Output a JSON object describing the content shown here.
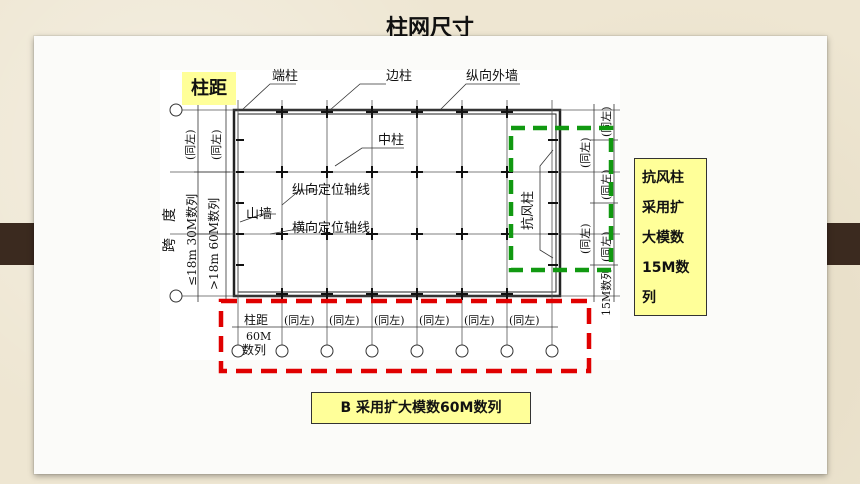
{
  "title": "柱网尺寸",
  "label_column_spacing": "柱距",
  "drawing": {
    "duan_zhu": "端柱",
    "bian_zhu": "边柱",
    "zongxiang_waiqiang": "纵向外墙",
    "zhong_zhu": "中柱",
    "zongxiang_dingwei": "纵向定位轴线",
    "hengxiang_dingwei": "横向定位轴线",
    "shan_qiang": "山墙",
    "kangfeng_zhu": "抗风柱",
    "tong_zuo": "(同左)",
    "kua": "跨",
    "du": "度",
    "span_rule_1": "≤18m 30M数列",
    "span_rule_2": ">18m 60M数列",
    "right_series": "15M数列",
    "zhuju_60m_1": "柱距",
    "zhuju_60m_2": "60M",
    "zhuju_60m_3": "数列"
  },
  "callout_right": [
    "抗风柱",
    "采用扩",
    "大模数",
    "15M数",
    "列"
  ],
  "callout_bottom": "B 采用扩大模数60M数列",
  "colors": {
    "dashed_red": "#e00000",
    "dashed_green": "#119911",
    "callout_fill": "#ffff99",
    "side_tab": "#3b2a1f"
  }
}
